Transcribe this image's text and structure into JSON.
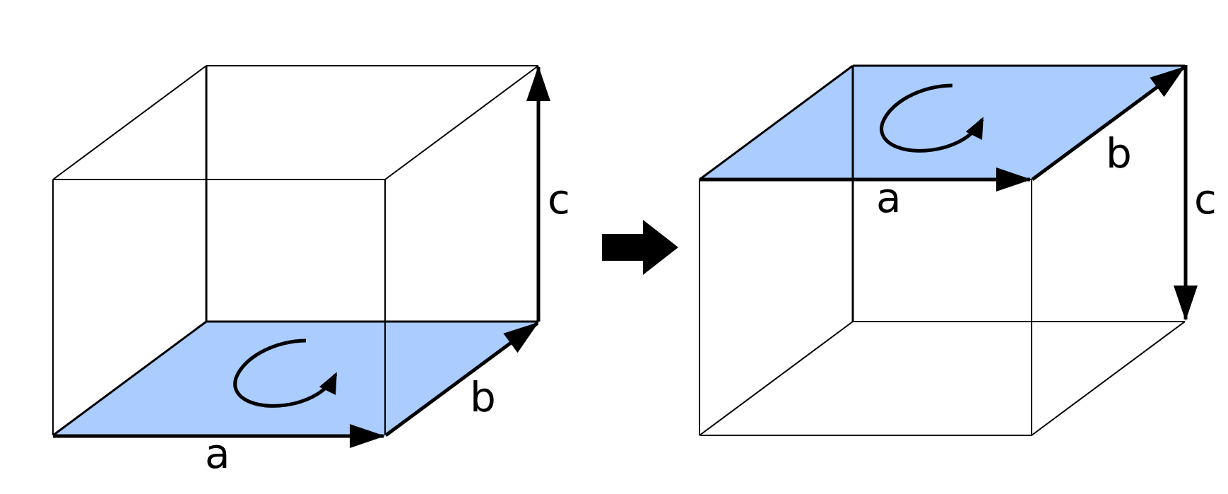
{
  "colors": {
    "background": "#ffffff",
    "line": "#000000",
    "face_fill": "#aaccff"
  },
  "left_cell": {
    "vector_labels": {
      "a": "a",
      "b": "b",
      "c": "c"
    },
    "highlighted_face": "bottom",
    "circulation": "counterclockwise"
  },
  "right_cell": {
    "vector_labels": {
      "a": "a",
      "b": "b",
      "c": "c"
    },
    "highlighted_face": "top",
    "circulation": "counterclockwise"
  },
  "transition_arrow": {
    "icon": "right-arrow-icon",
    "direction": "right"
  }
}
